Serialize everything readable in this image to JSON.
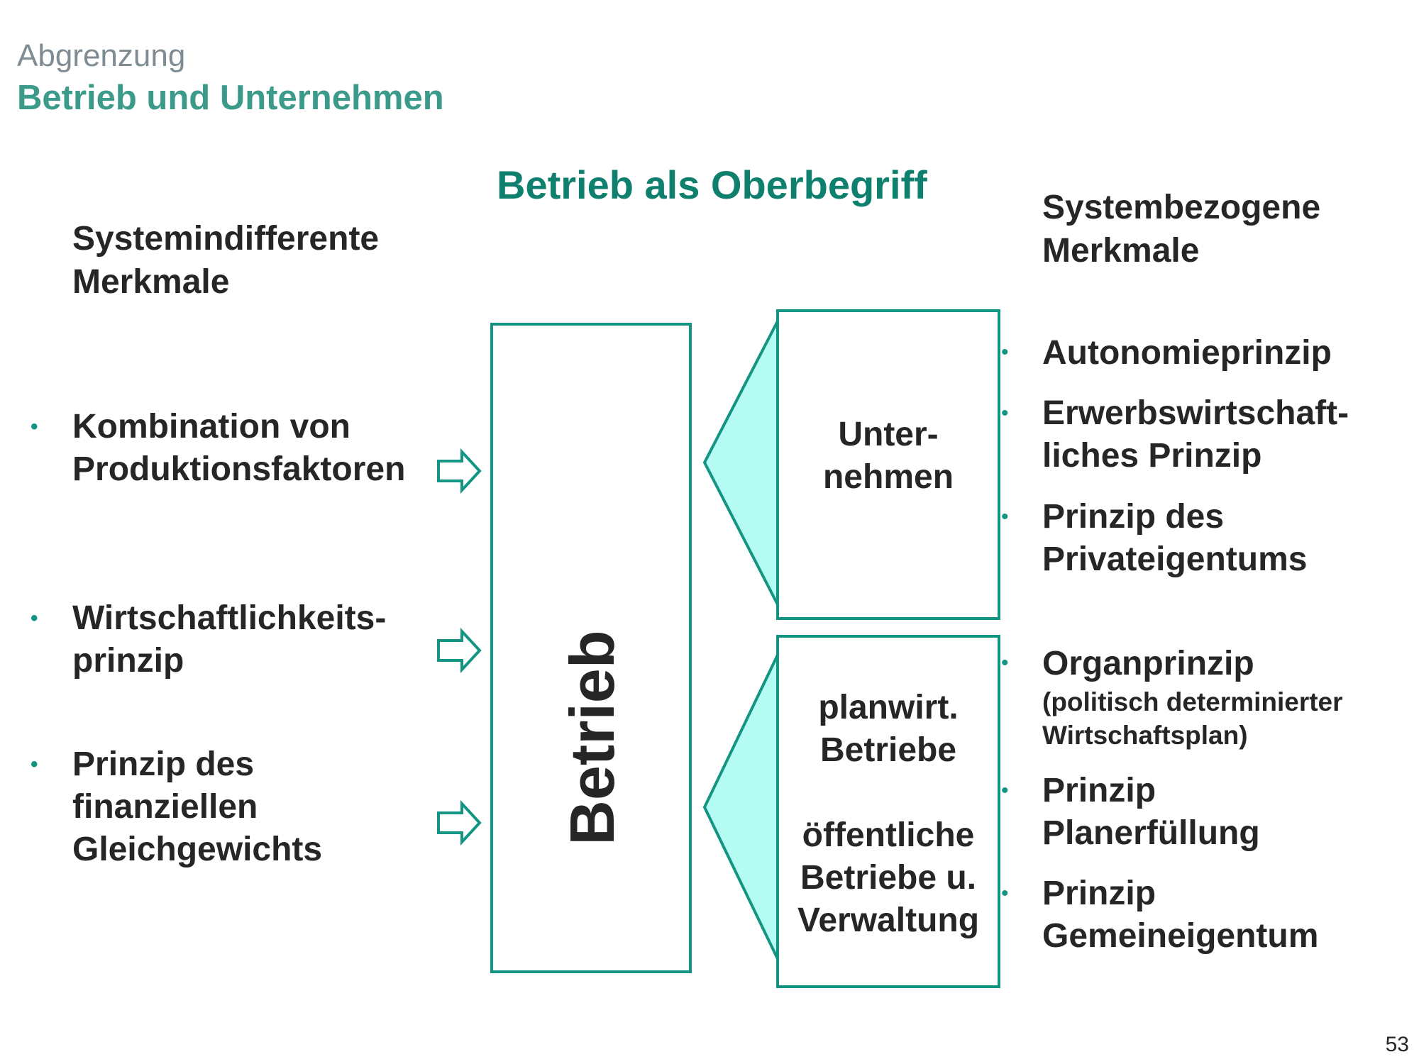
{
  "slide": {
    "kicker": "Abgrenzung",
    "title": "Betrieb und Unternehmen",
    "heading": "Betrieb als Oberbegriff",
    "page_number": "53"
  },
  "left": {
    "heading_line1": "Systemindifferente",
    "heading_line2": "Merkmale",
    "items": [
      {
        "line1": "Kombination von",
        "line2": "Produktionsfaktoren"
      },
      {
        "line1": "Wirtschaftlichkeits-",
        "line2": "prinzip"
      },
      {
        "line1": "Prinzip des",
        "line2": "finanziellen",
        "line3": "Gleichgewichts"
      }
    ]
  },
  "center": {
    "main_label": "Betrieb",
    "top_box": {
      "line1": "Unter-",
      "line2": "nehmen"
    },
    "bottom_box": {
      "line1": "planwirt.",
      "line2": "Betriebe",
      "line3": "öffentliche",
      "line4": "Betriebe u.",
      "line5": "Verwaltung"
    }
  },
  "right": {
    "heading_line1": "Systembezogene",
    "heading_line2": "Merkmale",
    "top_items": [
      {
        "line1": "Autonomieprinzip"
      },
      {
        "line1": "Erwerbswirtschaft-",
        "line2": "liches Prinzip"
      },
      {
        "line1": "Prinzip des",
        "line2": "Privateigentums"
      }
    ],
    "bottom_items": [
      {
        "line1": "Organprinzip",
        "sub1": "(politisch determinierter",
        "sub2": "Wirtschaftsplan)"
      },
      {
        "line1": "Prinzip",
        "line2": "Planerfüllung"
      },
      {
        "line1": "Prinzip",
        "line2": "Gemeineigentum"
      }
    ]
  },
  "colors": {
    "accent": "#149483",
    "fill": "#b3fbf3",
    "title": "#3c9a8a"
  },
  "icons": {
    "arrow": "hollow-right-arrow-icon",
    "bullet": "dot-bullet-icon"
  }
}
